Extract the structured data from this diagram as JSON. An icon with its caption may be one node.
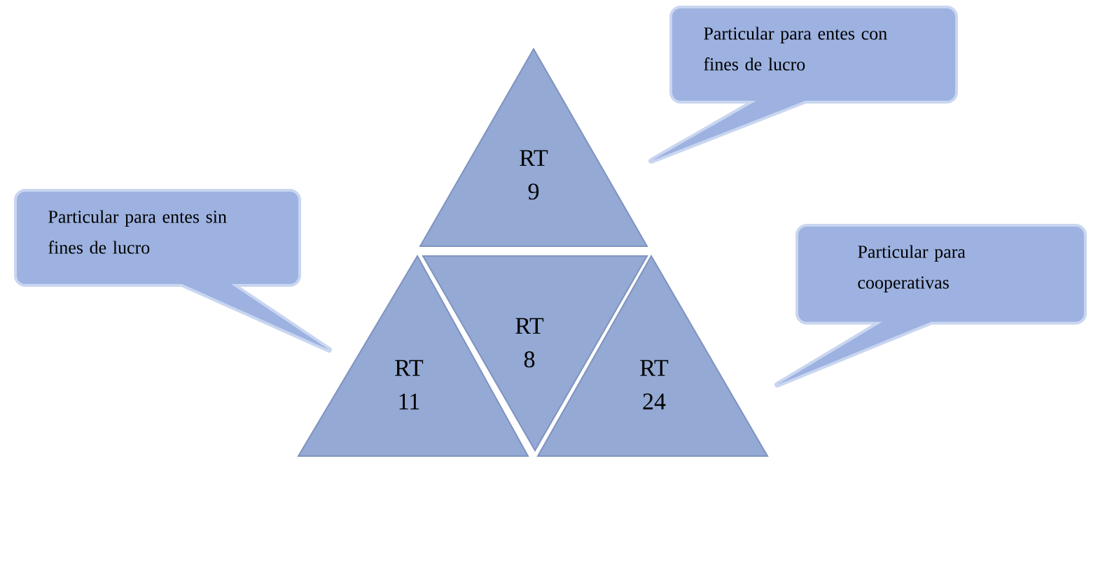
{
  "diagram": {
    "nodes": [
      {
        "text": [
          "Particular para entes con fines de lucro"
        ]
      },
      {
        "text": [
          "RT 9"
        ]
      },
      {
        "text": [
          "Particular para entes sin fines de lucro"
        ]
      },
      {
        "text": [
          "Particular para cooperativas"
        ]
      },
      {
        "text": [
          "RT 11"
        ]
      },
      {
        "text": [
          "RT 8"
        ]
      },
      {
        "text": [
          "RT 24"
        ]
      }
    ]
  }
}
